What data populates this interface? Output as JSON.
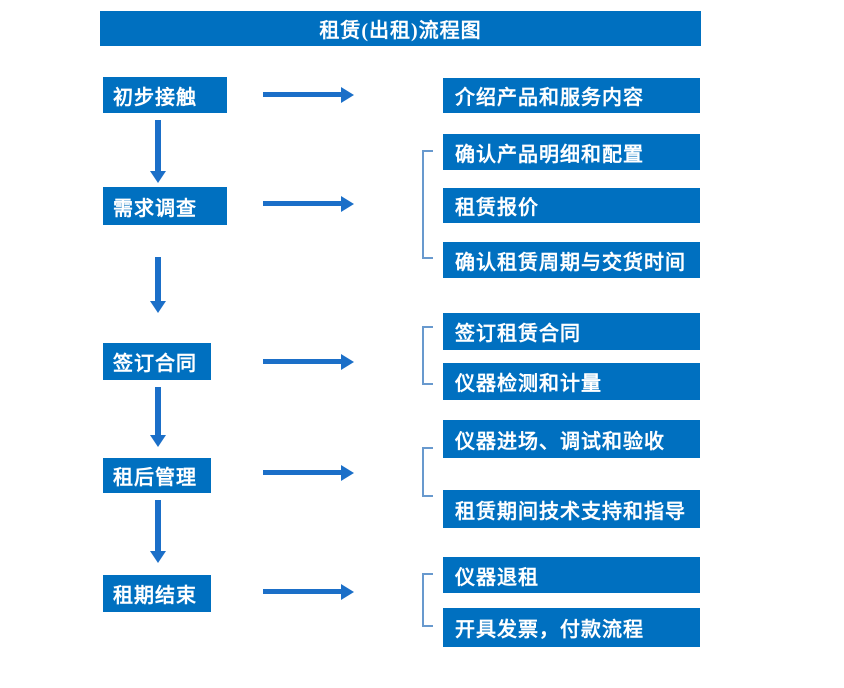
{
  "title": "租赁(出租)流程图",
  "colors": {
    "box_blue": "#0070c0",
    "arrow_blue": "#1b6fc8",
    "bracket_blue": "#6899ce",
    "text_white": "#ffffff",
    "background": "#ffffff"
  },
  "icons": {
    "arrow_right": "solid right-pointing arrow (css shaft + triangle)",
    "arrow_down": "solid down-pointing arrow (css shaft + triangle)",
    "bracket": "thin left square bracket grouping connector (css borders)"
  },
  "flow": {
    "stages": [
      {
        "label": "初步接触",
        "outputs": [
          "介绍产品和服务内容"
        ]
      },
      {
        "label": "需求调查",
        "outputs": [
          "确认产品明细和配置",
          "租赁报价",
          "确认租赁周期与交货时间"
        ]
      },
      {
        "label": "签订合同",
        "outputs": [
          "签订租赁合同",
          "仪器检测和计量"
        ]
      },
      {
        "label": "租后管理",
        "outputs": [
          "仪器进场、调试和验收",
          "租赁期间技术支持和指导"
        ]
      },
      {
        "label": "租期结束",
        "outputs": [
          "仪器退租",
          "开具发票，付款流程"
        ]
      }
    ]
  }
}
